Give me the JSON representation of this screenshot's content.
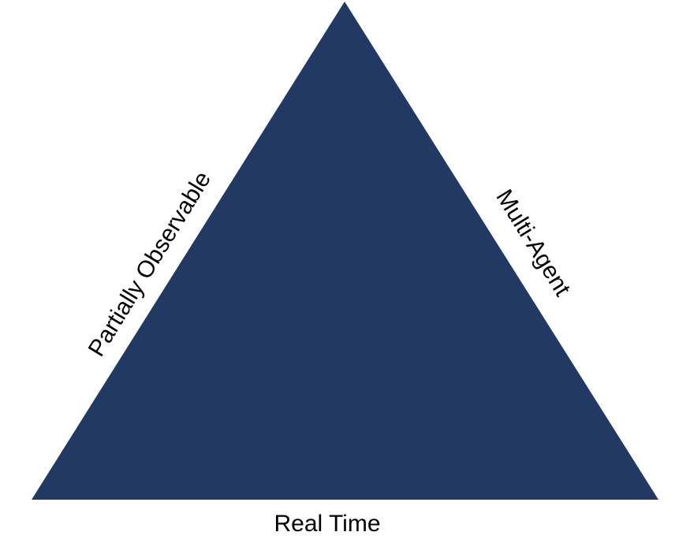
{
  "diagram": {
    "triangle_color": "#213963",
    "label_color": "#000000",
    "labels": {
      "left": "Partially Observable",
      "right": "Multi-Agent",
      "bottom": "Real Time"
    }
  }
}
